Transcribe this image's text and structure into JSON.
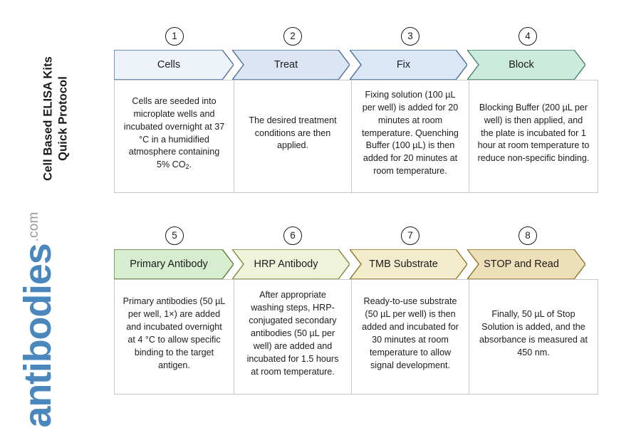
{
  "brand": {
    "title": "Cell Based ELISA Kits\nQuick Protocol",
    "logo_word": "antibodies",
    "logo_tld": ".com",
    "logo_color": "#4a87bd",
    "logo_tld_color": "#9a9a9a"
  },
  "rows": [
    {
      "id": "row-1",
      "steps": [
        {
          "number": "1",
          "label": "Cells",
          "fill": "#eef3fa",
          "stroke": "#4a6f99",
          "body": "Cells are seeded into microplate wells and incubated overnight at 37 °C in a humidified atmosphere containing 5% CO",
          "body_sub": "2",
          "body_tail": "."
        },
        {
          "number": "2",
          "label": "Treat",
          "fill": "#dde4f4",
          "stroke": "#4a6f99",
          "body": "The desired treatment conditions are then applied."
        },
        {
          "number": "3",
          "label": "Fix",
          "fill": "#dbe7f6",
          "stroke": "#3f6c99",
          "body": "Fixing solution (100 µL per well) is added for 20 minutes at room temperature. Quenching Buffer (100 µL) is then added for 20 minutes at room temperature."
        },
        {
          "number": "4",
          "label": "Block",
          "fill": "#cbebdc",
          "stroke": "#4a7d6d",
          "body": "Blocking Buffer (200 µL per well) is then applied, and the plate is incubated for 1 hour at room temperature to reduce non-specific binding."
        }
      ]
    },
    {
      "id": "row-2",
      "steps": [
        {
          "number": "5",
          "label": "Primary Antibody",
          "fill": "#d7edcf",
          "stroke": "#5b7a34",
          "body": "Primary antibodies (50 µL per well, 1×) are added and incubated overnight at 4 °C to allow specific binding to the target antigen."
        },
        {
          "number": "6",
          "label": "HRP Antibody",
          "fill": "#eef3da",
          "stroke": "#7c8a3a",
          "body": "After appropriate washing steps, HRP-conjugated secondary antibodies (50 µL per well) are added and incubated for 1.5 hours at room temperature."
        },
        {
          "number": "7",
          "label": "TMB Substrate",
          "fill": "#f3edcd",
          "stroke": "#8d7528",
          "body": "Ready-to-use substrate (50 µL per well) is then added and incubated for 30 minutes at room temperature to allow signal development."
        },
        {
          "number": "8",
          "label": "STOP and Read",
          "fill": "#eddfb8",
          "stroke": "#8d7528",
          "body": "Finally, 50 µL of Stop Solution is added, and the absorbance is measured at 450 nm."
        }
      ]
    }
  ],
  "layout": {
    "chevron_widths": [
      168,
      165,
      165,
      166
    ],
    "chevron_offsets": [
      0,
      166,
      331,
      496
    ],
    "badge_offsets": [
      72,
      238,
      403,
      568
    ],
    "cell_widths": [
      169,
      165,
      165,
      181
    ],
    "notch": 16
  }
}
